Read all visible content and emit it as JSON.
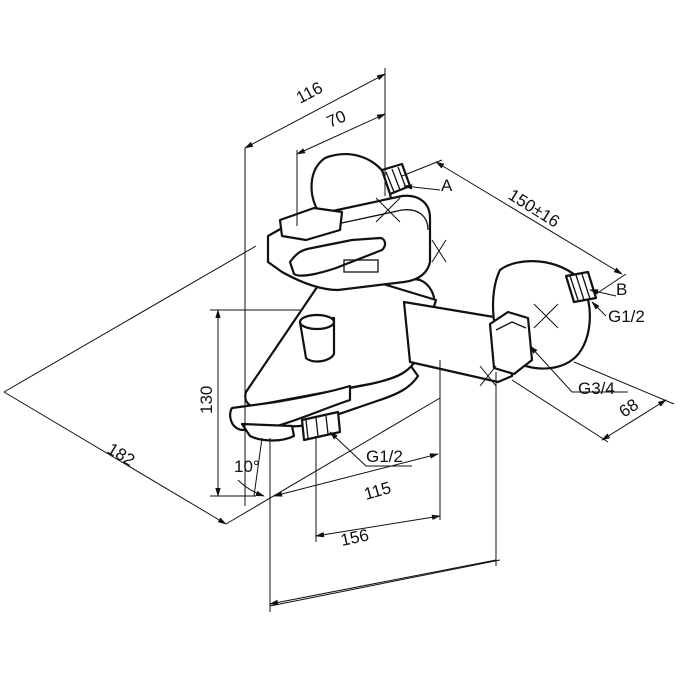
{
  "dimensions": {
    "d116": "116",
    "d70": "70",
    "d150": "150±16",
    "dA": "A",
    "dB": "B",
    "dG12_right": "G1/2",
    "dG34": "G3/4",
    "d68": "68",
    "d130": "130",
    "d182": "182",
    "d10deg": "10°",
    "dG12_bottom": "G1/2",
    "d115": "115",
    "d156": "156"
  }
}
